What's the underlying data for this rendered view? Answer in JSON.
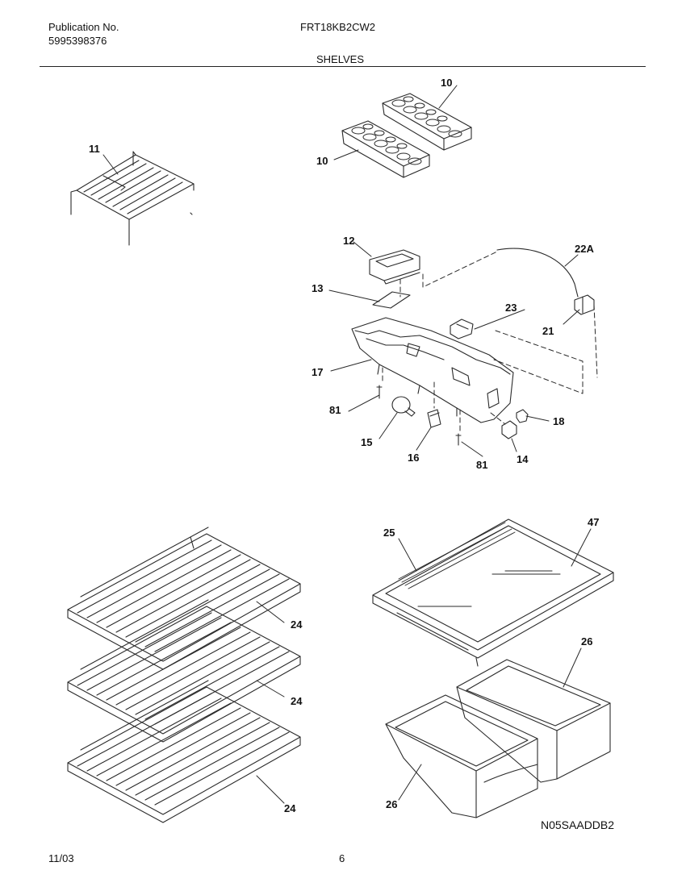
{
  "header": {
    "publication_label": "Publication No.",
    "publication_number": "5995398376",
    "model": "FRT18KB2CW2",
    "section_title": "SHELVES"
  },
  "footer": {
    "date": "11/03",
    "page": "6",
    "diagram_code": "N05SAADDB2"
  },
  "callouts": {
    "c10a": "10",
    "c10b": "10",
    "c11": "11",
    "c12": "12",
    "c13": "13",
    "c22a": "22A",
    "c23": "23",
    "c21": "21",
    "c17": "17",
    "c81a": "81",
    "c15": "15",
    "c16": "16",
    "c81b": "81",
    "c14": "14",
    "c18": "18",
    "c25": "25",
    "c47": "47",
    "c24a": "24",
    "c24b": "24",
    "c24c": "24",
    "c26a": "26",
    "c26b": "26"
  }
}
